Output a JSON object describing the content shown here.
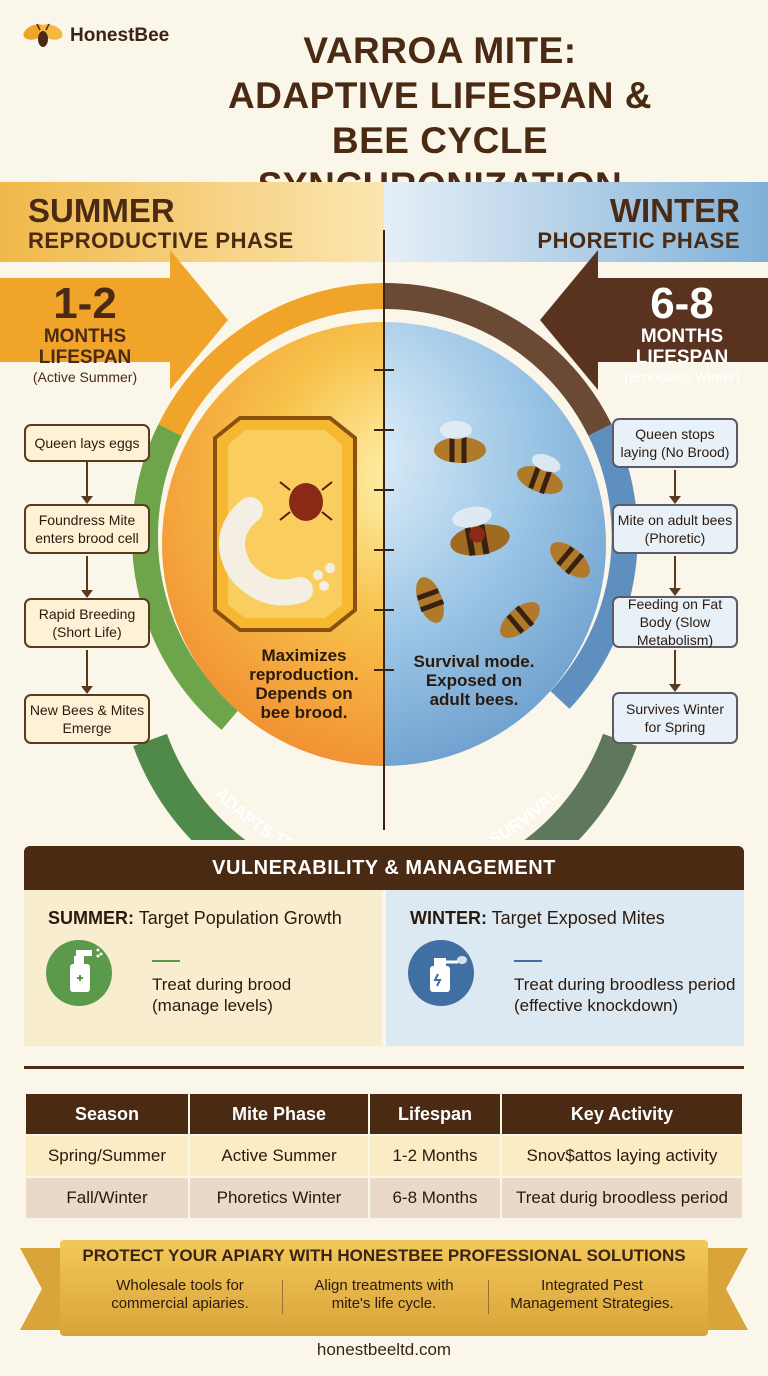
{
  "brand": {
    "name": "HonestBee"
  },
  "title_lines": [
    "VARROA MITE:",
    "ADAPTIVE LIFESPAN &",
    "BEE CYCLE SYNCHRONIZATION"
  ],
  "summer": {
    "heading": "SUMMER",
    "subheading": "REPRODUCTIVE PHASE",
    "lifespan": "1-2",
    "months": "MONTHS",
    "lifespan_label": "LIFESPAN",
    "note": "(Active Summer)",
    "steps": [
      "Queen lays eggs",
      "Foundress Mite enters brood cell",
      "Rapid Breeding (Short Life)",
      "New Bees & Mites Emerge"
    ],
    "circle_text": "Maximizes reproduction. Depends on bee brood."
  },
  "winter": {
    "heading": "WINTER",
    "subheading": "PHORETIC PHASE",
    "lifespan": "6-8",
    "months": "MONTHS",
    "lifespan_label": "LIFESPAN",
    "note": "(Broodless Winter)",
    "steps": [
      "Queen stops laying (No Brood)",
      "Mite on adult bees (Phoretic)",
      "Feeding on Fat Body (Slow Metabolism)",
      "Survives Winter for Spring"
    ],
    "circle_text": "Survival mode. Exposed on adult bees."
  },
  "cycle_arc_text": "ADAPTS TO SEASONAL CYCLE FOR SURVIVAL",
  "management": {
    "heading": "VULNERABILITY & MANAGEMENT",
    "summer": {
      "season": "SUMMER:",
      "target": "Target Population Growth",
      "line1": "Treat during brood",
      "line2": "(manage levels)",
      "icon": "spray-bottle-icon"
    },
    "winter": {
      "season": "WINTER:",
      "target": "Target Exposed Mites",
      "line1": "Treat during broodless period",
      "line2": "(effective knockdown)",
      "icon": "fogger-icon"
    }
  },
  "table": {
    "headers": [
      "Season",
      "Mite Phase",
      "Lifespan",
      "Key Activity"
    ],
    "rows": [
      [
        "Spring/Summer",
        "Active Summer",
        "1-2 Months",
        "Snov$attos laying activity"
      ],
      [
        "Fall/Winter",
        "Phoretics Winter",
        "6-8 Months",
        "Treat durig broodless period"
      ]
    ]
  },
  "banner": {
    "heading": "PROTECT YOUR APIARY WITH HONESTBEE PROFESSIONAL SOLUTIONS",
    "cols": [
      [
        "Wholesale tools for",
        "commercial apiaries."
      ],
      [
        "Align treatments with",
        "mite's life cycle."
      ],
      [
        "Integrated Pest",
        "Management Strategies."
      ]
    ]
  },
  "website": "honestbeeltd.com",
  "colors": {
    "summer": "#f0a52a",
    "winter": "#7fb0d8",
    "brown": "#4a2a12",
    "green": "#5a9a4a"
  }
}
